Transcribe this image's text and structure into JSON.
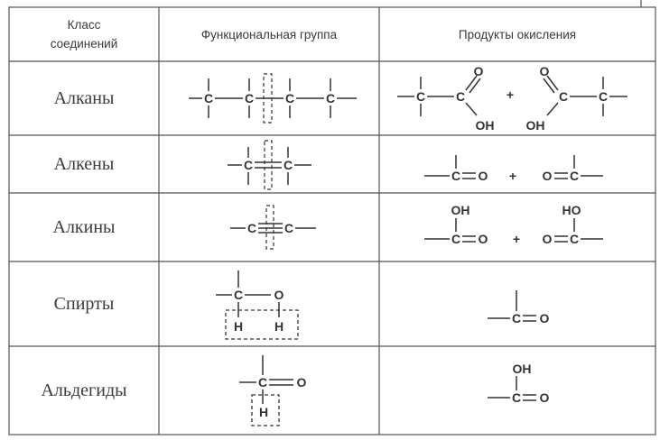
{
  "headers": {
    "class_line1": "Класс",
    "class_line2": "соединений",
    "functional_group": "Функциональная группа",
    "oxidation_products": "Продукты окисления"
  },
  "rows": [
    {
      "class_name": "Алканы"
    },
    {
      "class_name": "Алкены"
    },
    {
      "class_name": "Алкины"
    },
    {
      "class_name": "Спирты"
    },
    {
      "class_name": "Альдегиды"
    }
  ],
  "chem": {
    "c": "C",
    "o": "O",
    "h": "H",
    "oh": "OH",
    "ho": "HO",
    "plus": "+"
  },
  "colors": {
    "ink": "#333333",
    "grid": "#555555"
  }
}
